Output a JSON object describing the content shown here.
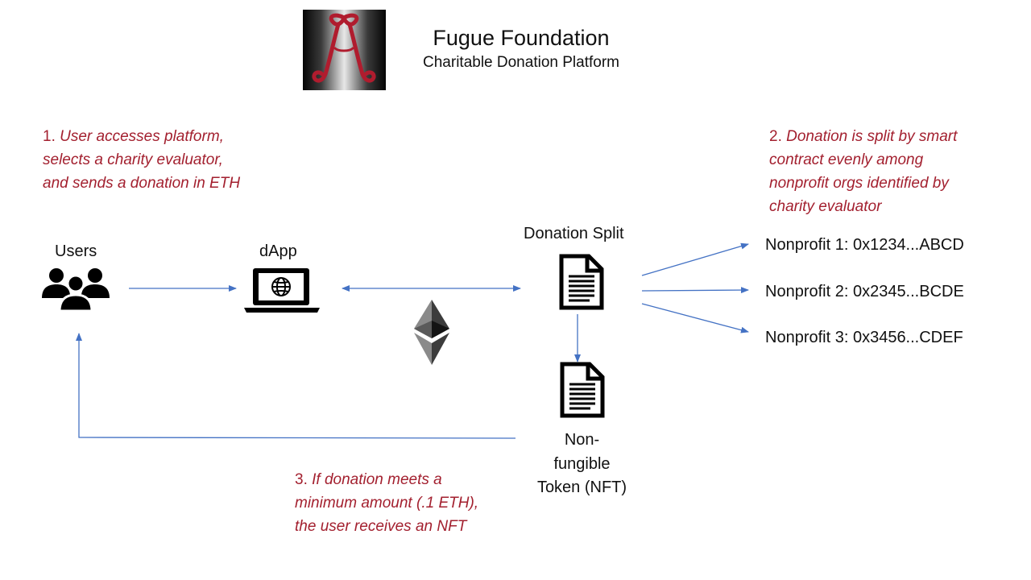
{
  "header": {
    "title": "Fugue Foundation",
    "subtitle": "Charitable Donation Platform"
  },
  "steps": [
    {
      "number": "1.",
      "lines": [
        "User accesses platform,",
        "selects a charity evaluator,",
        "and sends a donation in ETH"
      ]
    },
    {
      "number": "2.",
      "lines": [
        "Donation is split by smart",
        "contract evenly among",
        "nonprofit orgs identified by",
        "charity evaluator"
      ]
    },
    {
      "number": "3.",
      "lines": [
        "If donation meets a",
        "minimum amount (.1 ETH),",
        "the user receives an NFT"
      ]
    }
  ],
  "nodes": {
    "users": "Users",
    "dapp": "dApp",
    "donation_split": "Donation Split",
    "nft_lines": [
      "Non-",
      "fungible",
      "Token (NFT)"
    ]
  },
  "nonprofits": [
    "Nonprofit 1: 0x1234...ABCD",
    "Nonprofit 2: 0x2345...BCDE",
    "Nonprofit 3: 0x3456...CDEF"
  ],
  "colors": {
    "step_text": "#a3202f",
    "arrow": "#4472c4",
    "logo_ribbon": "#b01c2e"
  },
  "icons": {
    "users": "users-group-icon",
    "dapp": "laptop-globe-icon",
    "split": "document-icon",
    "nft": "document-icon",
    "ethereum": "ethereum-icon",
    "logo": "fugue-logo"
  }
}
